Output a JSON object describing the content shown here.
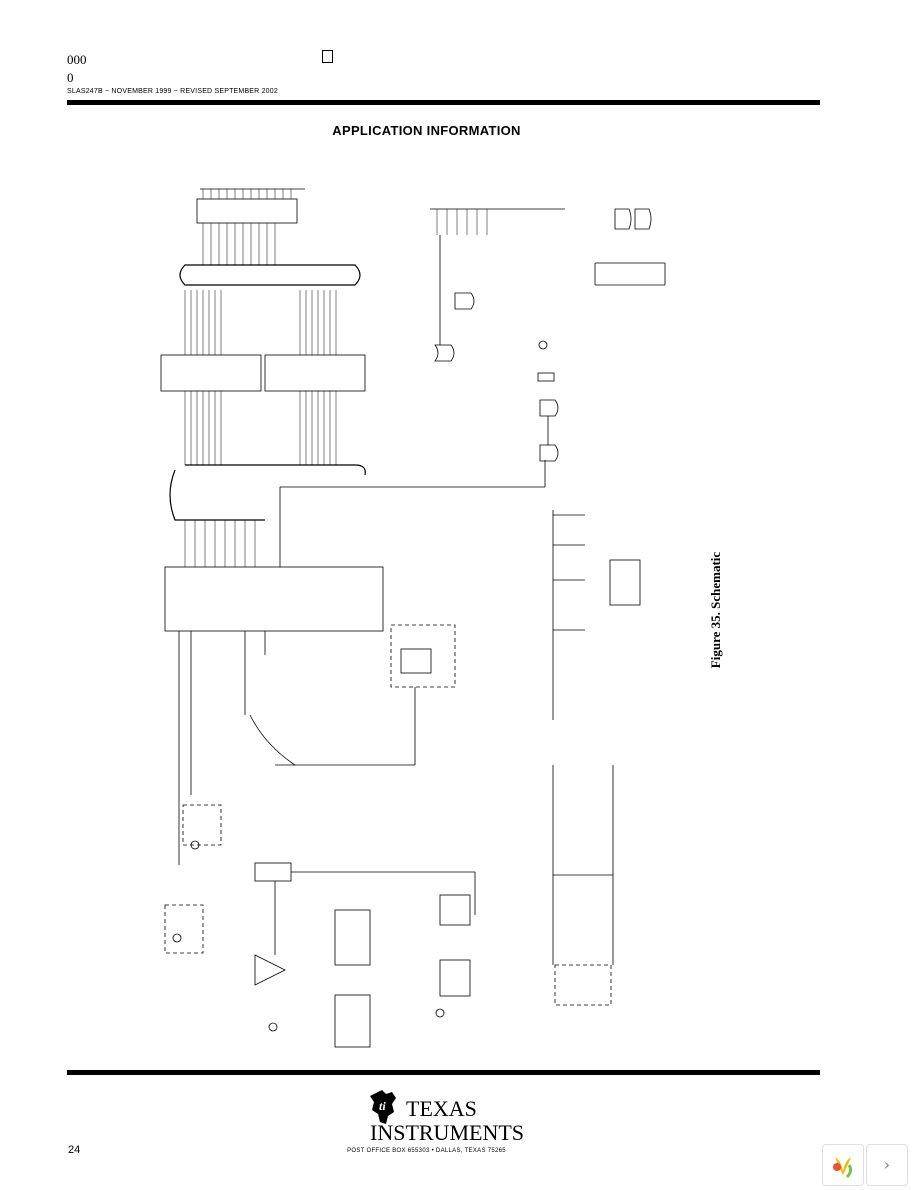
{
  "header": {
    "line1": "000",
    "line2": "0",
    "doc_ref": "SLAS247B − NOVEMBER 1999 − REVISED SEPTEMBER 2002"
  },
  "section_title": "APPLICATION INFORMATION",
  "figure_caption": "Figure 35. Schematic",
  "footer": {
    "page_number": "24",
    "address": "POST OFFICE BOX 655303 • DALLAS, TEXAS 75265",
    "logo_text_1": "TEXAS",
    "logo_text_2": "INSTRUMENTS"
  },
  "viewer": {
    "next_glyph": "›"
  }
}
